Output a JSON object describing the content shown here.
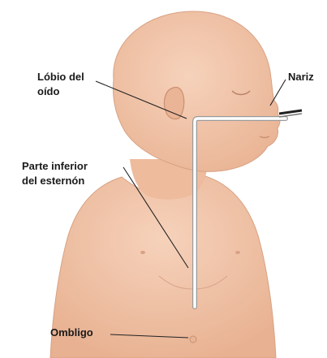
{
  "colors": {
    "skin": "#f2c7ac",
    "skin_shadow": "#e3ad8f",
    "outline": "#d09a7c",
    "tube": "#ffffff",
    "tube_stroke": "#9a9a9a",
    "leader": "#222222"
  },
  "labels": {
    "ear_lobe_line1": "Lóbio del",
    "ear_lobe_line2": "oído",
    "nose": "Nariz",
    "sternum_line1": "Parte inferior",
    "sternum_line2": "del esternón",
    "navel": "Ombligo"
  }
}
